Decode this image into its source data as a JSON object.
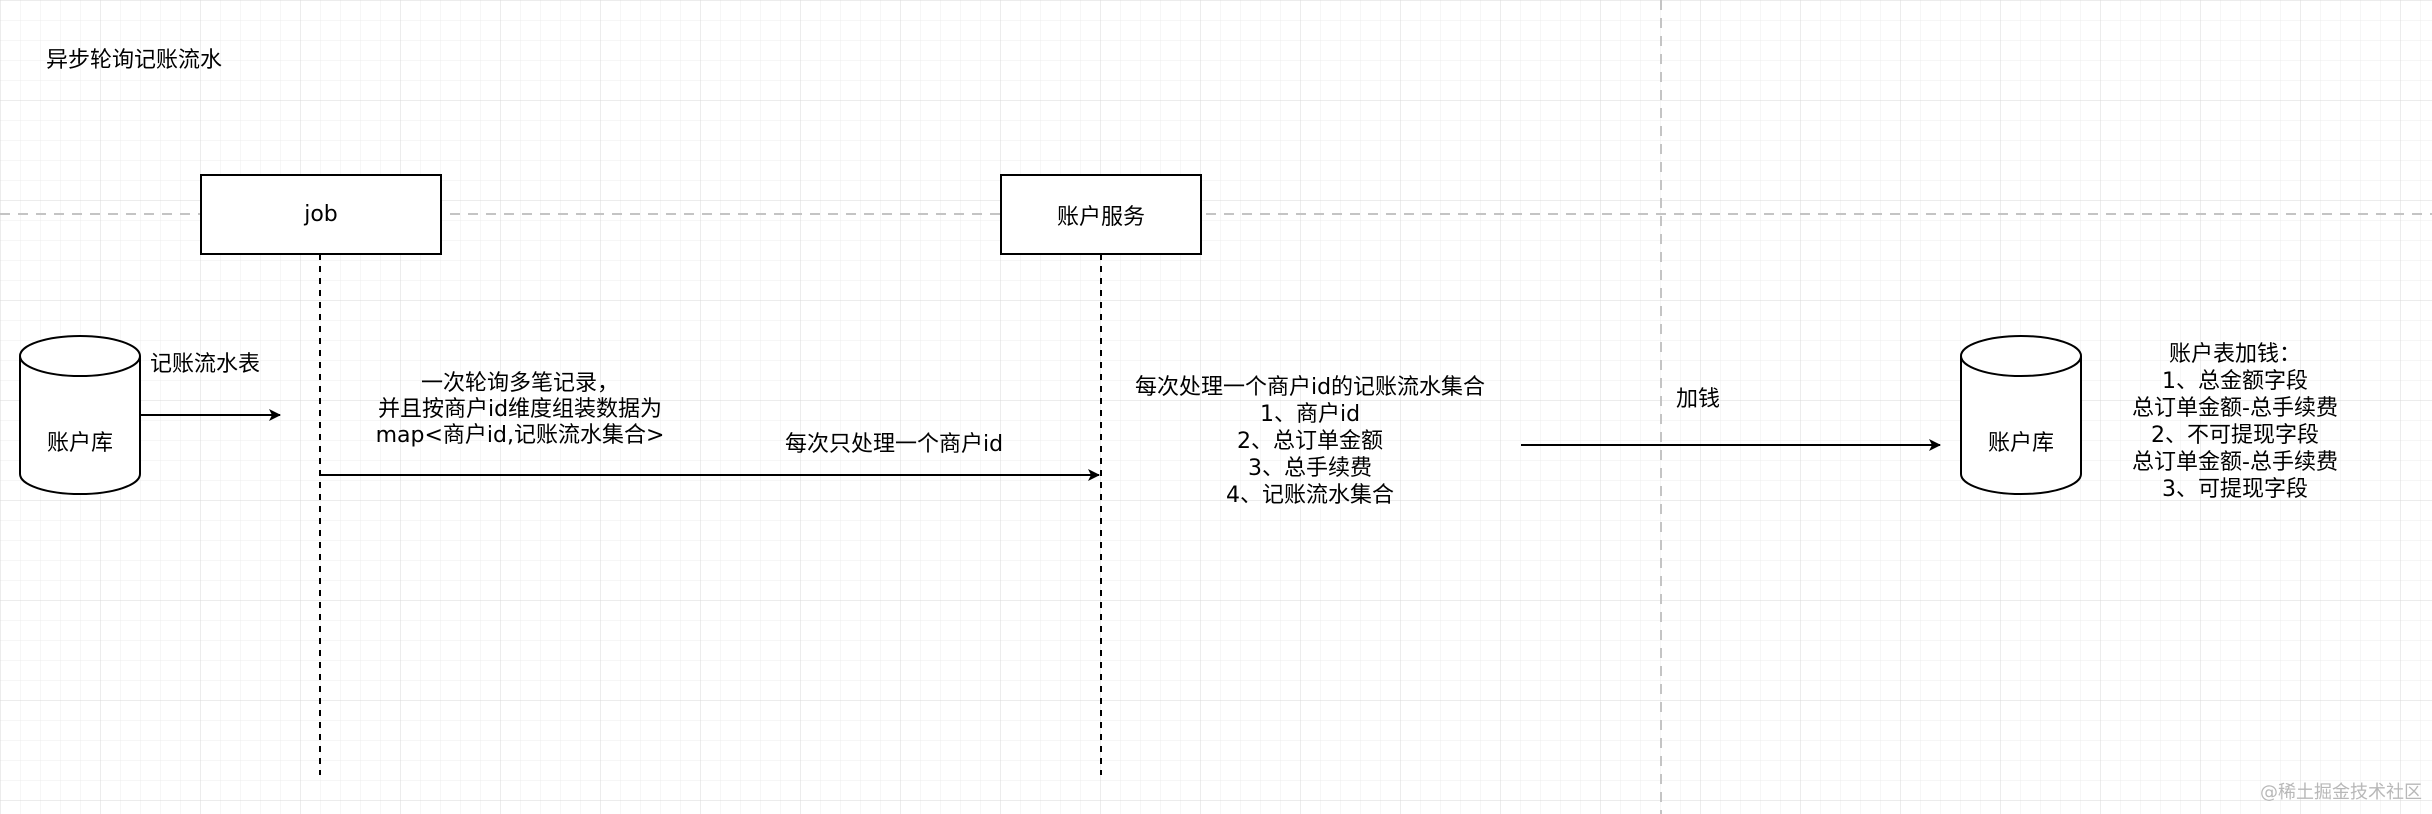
{
  "diagram": {
    "title": "异步轮询记账流水",
    "participants": {
      "job": "job",
      "account_service": "账户服务"
    },
    "databases": {
      "left": "账户库",
      "right": "账户库"
    },
    "labels": {
      "db_to_job": "记账流水表",
      "job_desc_line1": "一次轮询多笔记录，",
      "job_desc_line2": "并且按商户id维度组装数据为",
      "job_desc_line3": "map<商户id,记账流水集合>",
      "job_to_service": "每次只处理一个商户id",
      "service_desc_title": "每次处理一个商户id的记账流水集合",
      "service_desc_1": "1、商户id",
      "service_desc_2": "2、总订单金额",
      "service_desc_3": "3、总手续费",
      "service_desc_4": "4、记账流水集合",
      "add_money": "加钱",
      "right_title": "账户表加钱：",
      "right_1": "1、总金额字段",
      "right_1b": "总订单金额-总手续费",
      "right_2": "2、不可提现字段",
      "right_2b": "总订单金额-总手续费",
      "right_3": "3、可提现字段"
    },
    "watermark": "@稀土掘金技术社区"
  }
}
